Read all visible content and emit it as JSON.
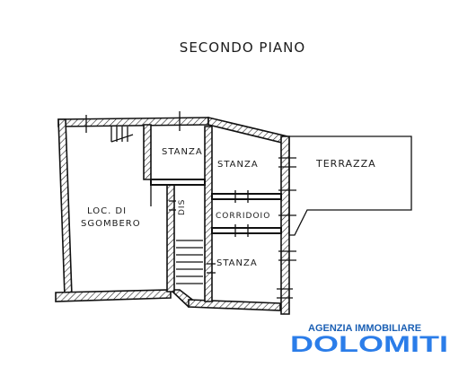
{
  "title": "SECONDO PIANO",
  "rooms": {
    "locale_line1": "LOC. DI",
    "locale_line2": "SGOMBERO",
    "stanza_small": "STANZA",
    "stanza_mid": "STANZA",
    "terrazza": "TERRAZZA",
    "dis": "DIS",
    "corridoio": "CORRIDOIO",
    "stanza_bottom": "STANZA"
  },
  "logo": {
    "agency": "AGENZIA IMMOBILIARE",
    "brand": "DOLOMITI",
    "color": "#2b7de9"
  }
}
